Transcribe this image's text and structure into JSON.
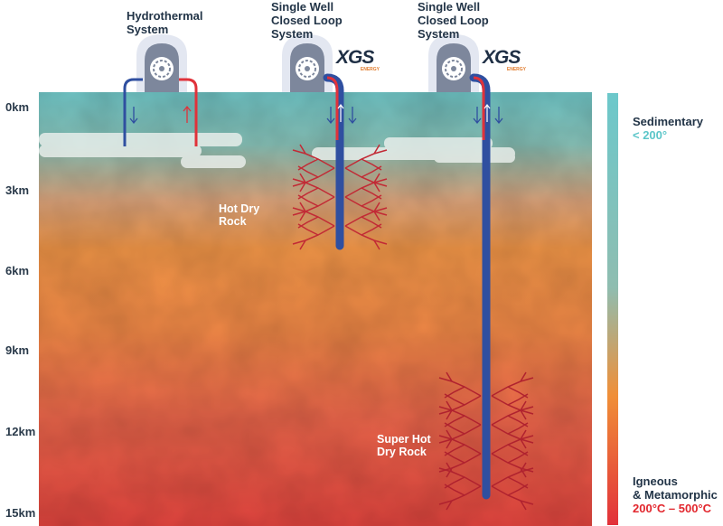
{
  "columns": [
    {
      "title": "Hydrothermal\nSystem"
    },
    {
      "title": "Single Well\nClosed Loop\nSystem"
    },
    {
      "title": "Single Well\nClosed Loop\nSystem"
    }
  ],
  "logo": {
    "text": "XGS",
    "subtext": "ENERGY"
  },
  "depth_ticks": [
    "0km",
    "3km",
    "6km",
    "9km",
    "12km",
    "15km"
  ],
  "rock_labels": {
    "hot_dry": "Hot Dry\nRock",
    "super_hot_dry": "Super Hot\nDry Rock"
  },
  "legend": {
    "top_title": "Sedimentary",
    "top_range": "< 200°",
    "bottom_title": "Igneous\n& Metamorphic",
    "bottom_range": "200°C – 500°C"
  },
  "colors": {
    "sedimentary": "#6cc4c7",
    "mid": "#f08a3a",
    "igneous": "#e2393a",
    "pipe_blue": "#2f4fa0",
    "pipe_red": "#e0323a",
    "facility": "#7d879c",
    "label_text": "#223447",
    "legend_range_top": "#5cc6c9",
    "legend_range_bottom": "#e2262d"
  }
}
